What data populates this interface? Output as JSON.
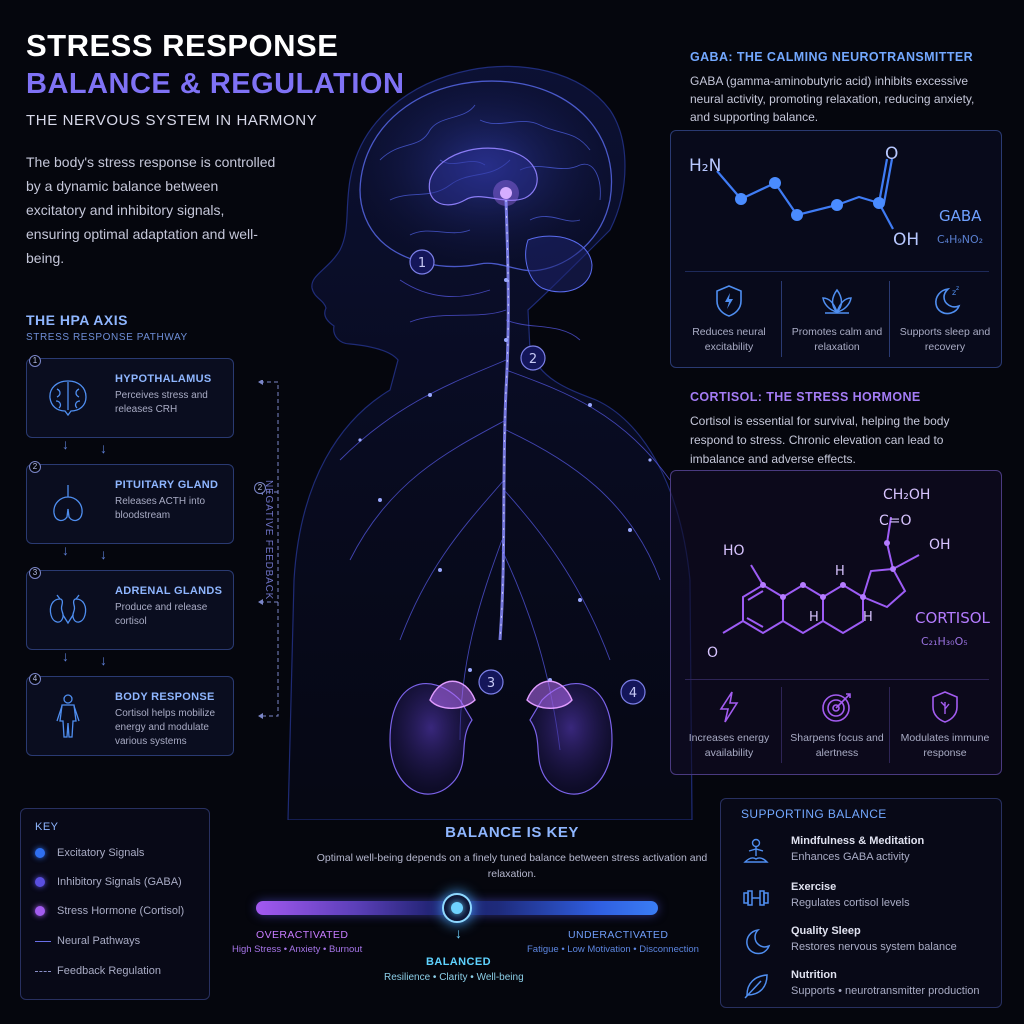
{
  "header": {
    "title": "STRESS RESPONSE",
    "subtitle": "BALANCE & REGULATION",
    "tagline": "THE NERVOUS SYSTEM IN HARMONY",
    "intro": "The body's stress response is controlled by a dynamic balance between excitatory and inhibitory signals, ensuring optimal adaptation and well-being."
  },
  "hpa": {
    "title": "THE HPA AXIS",
    "subtitle": "STRESS RESPONSE PATHWAY",
    "feedback_label": "NEGATIVE FEEDBACK",
    "feedback_num": "2",
    "steps": [
      {
        "num": "1",
        "title": "HYPOTHALAMUS",
        "desc": "Perceives stress and releases CRH"
      },
      {
        "num": "2",
        "title": "PITUITARY GLAND",
        "desc": "Releases ACTH into bloodstream"
      },
      {
        "num": "3",
        "title": "ADRENAL GLANDS",
        "desc": "Produce and release cortisol"
      },
      {
        "num": "4",
        "title": "BODY RESPONSE",
        "desc": "Cortisol helps mobilize energy and modulate various systems"
      }
    ]
  },
  "key": {
    "title": "KEY",
    "items": [
      {
        "label": "Excitatory Signals",
        "color": "#2f6ff0"
      },
      {
        "label": "Inhibitory Signals (GABA)",
        "color": "#5a4fe0"
      },
      {
        "label": "Stress Hormone (Cortisol)",
        "color": "#a35cf0"
      },
      {
        "label": "Neural Pathways",
        "color": "#6a6fe8"
      },
      {
        "label": "Feedback Regulation",
        "color": "#8a8fc8"
      }
    ]
  },
  "figure": {
    "markers": [
      "1",
      "2",
      "3",
      "4"
    ]
  },
  "balance": {
    "title": "BALANCE IS KEY",
    "desc": "Optimal well-being depends on a finely tuned balance between stress activation and relaxation.",
    "position": 0.5,
    "over_title": "OVERACTIVATED",
    "over_desc": "High Stress • Anxiety • Burnout",
    "balanced_title": "BALANCED",
    "balanced_desc": "Resilience • Clarity • Well-being",
    "under_title": "UNDERACTIVATED",
    "under_desc": "Fatigue • Low Motivation • Disconnection"
  },
  "gaba": {
    "title": "GABA: THE CALMING NEUROTRANSMITTER",
    "desc": "GABA (gamma-aminobutyric acid) inhibits excessive neural activity, promoting relaxation, reducing anxiety, and supporting balance.",
    "molecule_name": "GABA",
    "formula": "C₄H₉NO₂",
    "h2n": "H₂N",
    "o": "O",
    "oh": "OH",
    "benefits": [
      {
        "icon": "shield-icon",
        "label": "Reduces neural excitability"
      },
      {
        "icon": "lotus-icon",
        "label": "Promotes calm and relaxation"
      },
      {
        "icon": "moon-icon",
        "label": "Supports sleep and recovery"
      }
    ]
  },
  "cortisol": {
    "title": "CORTISOL: THE STRESS HORMONE",
    "desc": "Cortisol is essential for survival, helping the body respond to stress. Chronic elevation can lead to imbalance and adverse effects.",
    "molecule_name": "CORTISOL",
    "formula": "C₂₁H₃₀O₅",
    "ch2oh": "CH₂OH",
    "co": "C=O",
    "ho": "HO",
    "oh": "OH",
    "o": "O",
    "h": "H",
    "benefits": [
      {
        "icon": "lightning-icon",
        "label": "Increases energy availability"
      },
      {
        "icon": "target-icon",
        "label": "Sharpens focus and alertness"
      },
      {
        "icon": "shield-leaf-icon",
        "label": "Modulates immune response"
      }
    ]
  },
  "support": {
    "title": "SUPPORTING BALANCE",
    "items": [
      {
        "icon": "meditation-icon",
        "name": "Mindfulness & Meditation",
        "desc": "Enhances GABA activity"
      },
      {
        "icon": "dumbbell-icon",
        "name": "Exercise",
        "desc": "Regulates cortisol levels"
      },
      {
        "icon": "moon-icon",
        "name": "Quality Sleep",
        "desc": "Restores nervous system balance"
      },
      {
        "icon": "leaf-icon",
        "name": "Nutrition",
        "desc": "Supports • neurotransmitter production"
      }
    ]
  }
}
